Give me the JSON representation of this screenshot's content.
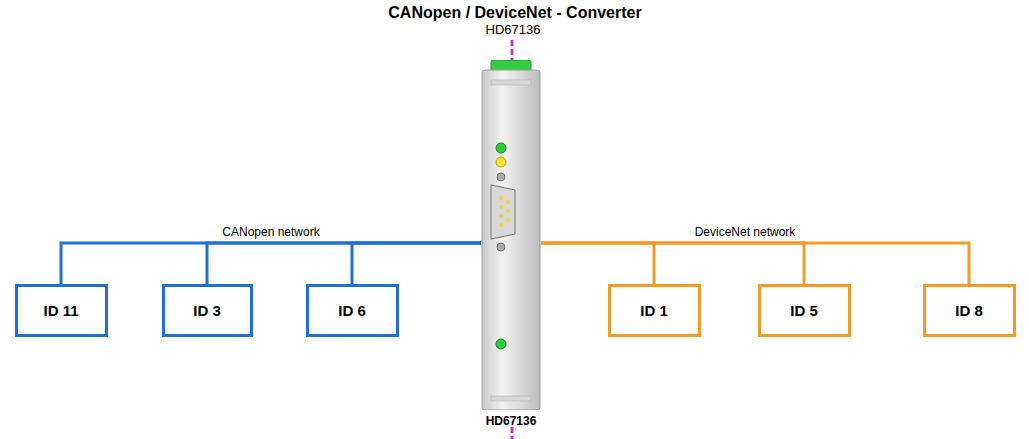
{
  "diagram": {
    "title": "CANopen / DeviceNet - Converter",
    "nodes": [
      {
        "text": [
          "ID 11"
        ]
      },
      {
        "text": [
          "ID 3"
        ]
      },
      {
        "text": [
          "ID 6"
        ]
      },
      {
        "text": [
          "HD67136"
        ]
      },
      {
        "text": [
          "ID 1"
        ]
      },
      {
        "text": [
          "ID 5"
        ]
      },
      {
        "text": [
          "ID 8"
        ]
      }
    ],
    "edges": [
      {
        "from": 3,
        "to": 0,
        "arrow": "none"
      },
      {
        "from": 3,
        "to": 1,
        "arrow": "none"
      },
      {
        "from": 3,
        "to": 2,
        "arrow": "none"
      },
      {
        "from": 3,
        "to": 4,
        "arrow": "none"
      },
      {
        "from": 3,
        "to": 5,
        "arrow": "none"
      },
      {
        "from": 3,
        "to": 6,
        "arrow": "none"
      }
    ],
    "labels": [
      "HD67136",
      "CANopen network",
      "DeviceNet network"
    ]
  }
}
